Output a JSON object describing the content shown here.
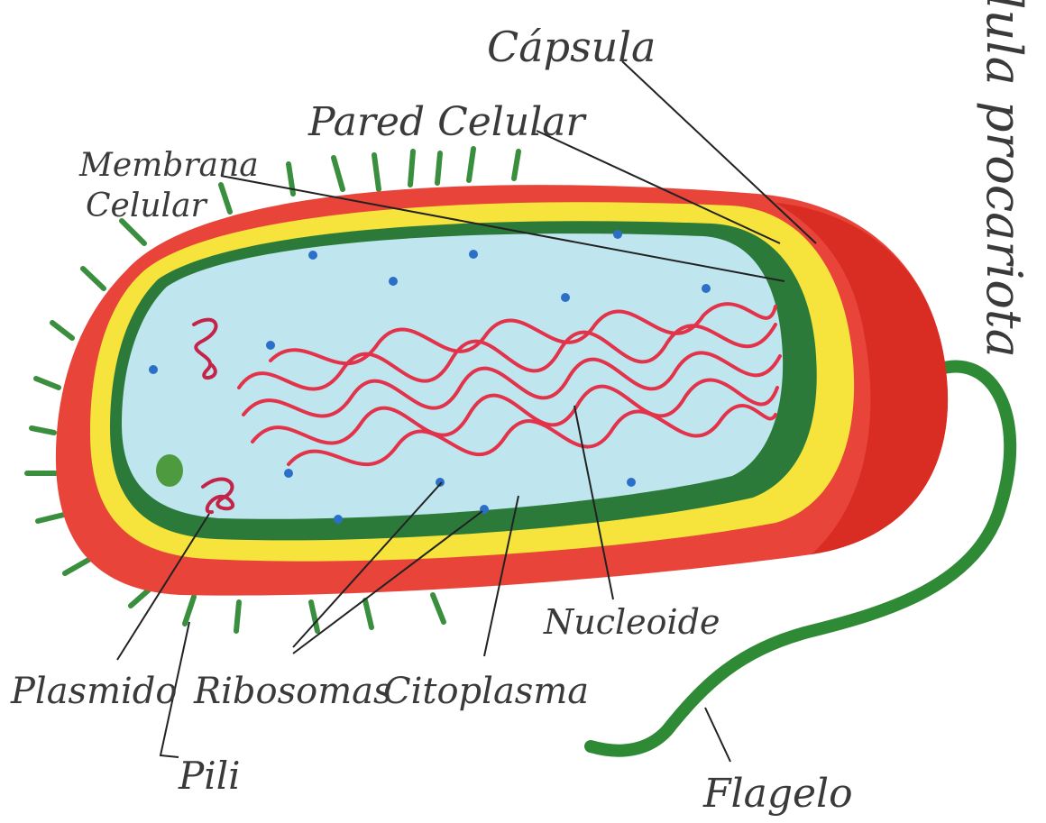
{
  "title": "Célula procariota",
  "labels": {
    "capsula": "Cápsula",
    "pared": "Pared Celular",
    "membrana_1": "Membrana",
    "membrana_2": "Celular",
    "nucleoide": "Nucleoide",
    "plasmido": "Plasmido",
    "ribosomas": "Ribosomas",
    "citoplasma": "Citoplasma",
    "pili": "Pili",
    "flagelo": "Flagelo"
  },
  "colors": {
    "capsule": "#e8443a",
    "capsule_dark": "#d92c22",
    "wall": "#f6e43c",
    "membrane": "#2c7a3a",
    "cytoplasm": "#bfe6ef",
    "nucleoid": "#e2334a",
    "ribosome": "#2c6fc9",
    "pili": "#3a8f3e",
    "flagellum": "#2f8a35",
    "plasmid": "#c4234a"
  }
}
